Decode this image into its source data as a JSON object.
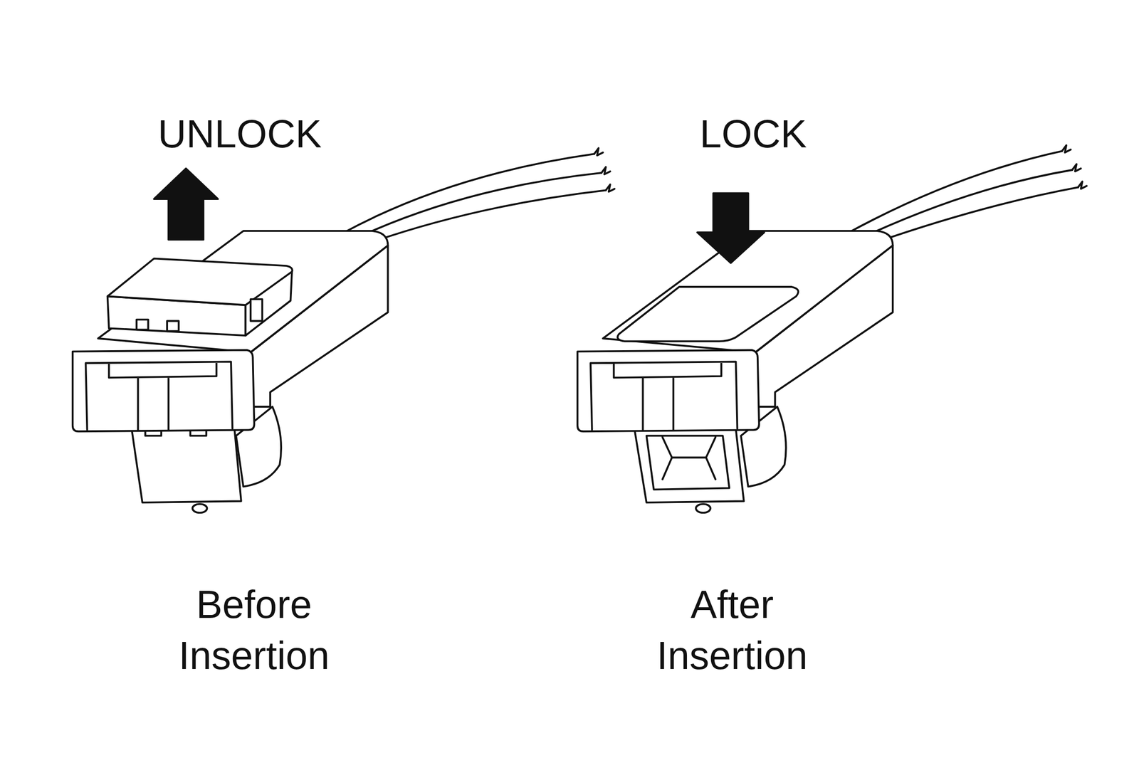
{
  "diagram": {
    "labels": [
      "UNLOCK",
      "LOCK",
      "Before Insertion",
      "After Insertion"
    ]
  }
}
